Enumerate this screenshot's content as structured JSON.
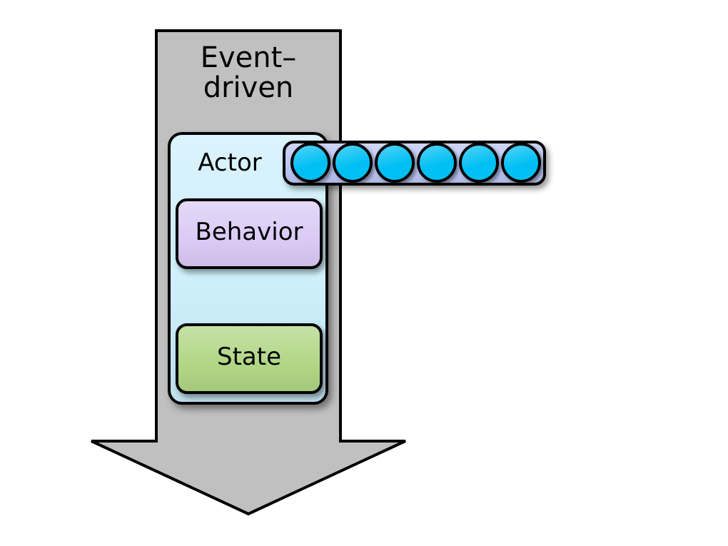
{
  "diagram": {
    "title": "Event-driven actor model diagram",
    "arrow": {
      "label": "Event–\ndriven",
      "fill": "#c0c0c0",
      "stroke": "#000000",
      "direction": "down"
    },
    "actor_box": {
      "label": "Actor",
      "fill": "#cbeefb",
      "stroke": "#000000"
    },
    "behavior_box": {
      "label": "Behavior",
      "fill": "#d9c8f5",
      "stroke": "#000000"
    },
    "state_box": {
      "label": "State",
      "fill": "#aed581",
      "stroke": "#000000"
    },
    "mailbox": {
      "name": "message-queue",
      "fill": "#b9c4f2",
      "stroke": "#000000",
      "message_fill": "#00bff3",
      "message_count": 6,
      "messages": [
        "msg-1",
        "msg-2",
        "msg-3",
        "msg-4",
        "msg-5",
        "msg-6"
      ]
    }
  }
}
